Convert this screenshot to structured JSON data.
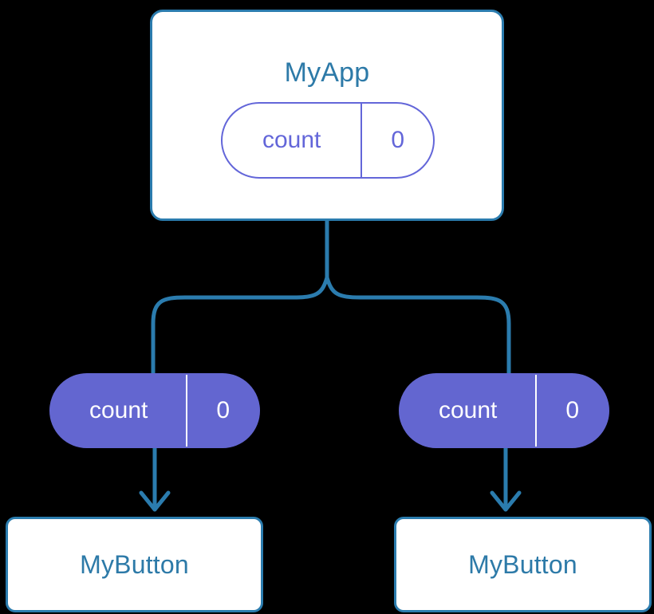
{
  "diagram": {
    "title": "MyApp component tree with count state and props",
    "background_color": "#000000",
    "colors": {
      "node_stroke": "#2b7cae",
      "node_fill": "#ffffff",
      "node_label": "#2d7aa8",
      "pill_accent": "#6366d9",
      "pill_fill": "#6366d0",
      "pill_text_on_fill": "#ffffff",
      "connector": "#2b7cae"
    }
  },
  "root": {
    "name": "MyApp",
    "state": {
      "key": "count",
      "value": "0"
    }
  },
  "branches": [
    {
      "id": "left",
      "props": {
        "key": "count",
        "value": "0"
      },
      "child": {
        "name": "MyButton"
      }
    },
    {
      "id": "right",
      "props": {
        "key": "count",
        "value": "0"
      },
      "child": {
        "name": "MyButton"
      }
    }
  ],
  "connectors": {
    "trunk_label": "root-to-fork",
    "fork_label": "fork-split",
    "arrow_label": "props-to-child"
  }
}
